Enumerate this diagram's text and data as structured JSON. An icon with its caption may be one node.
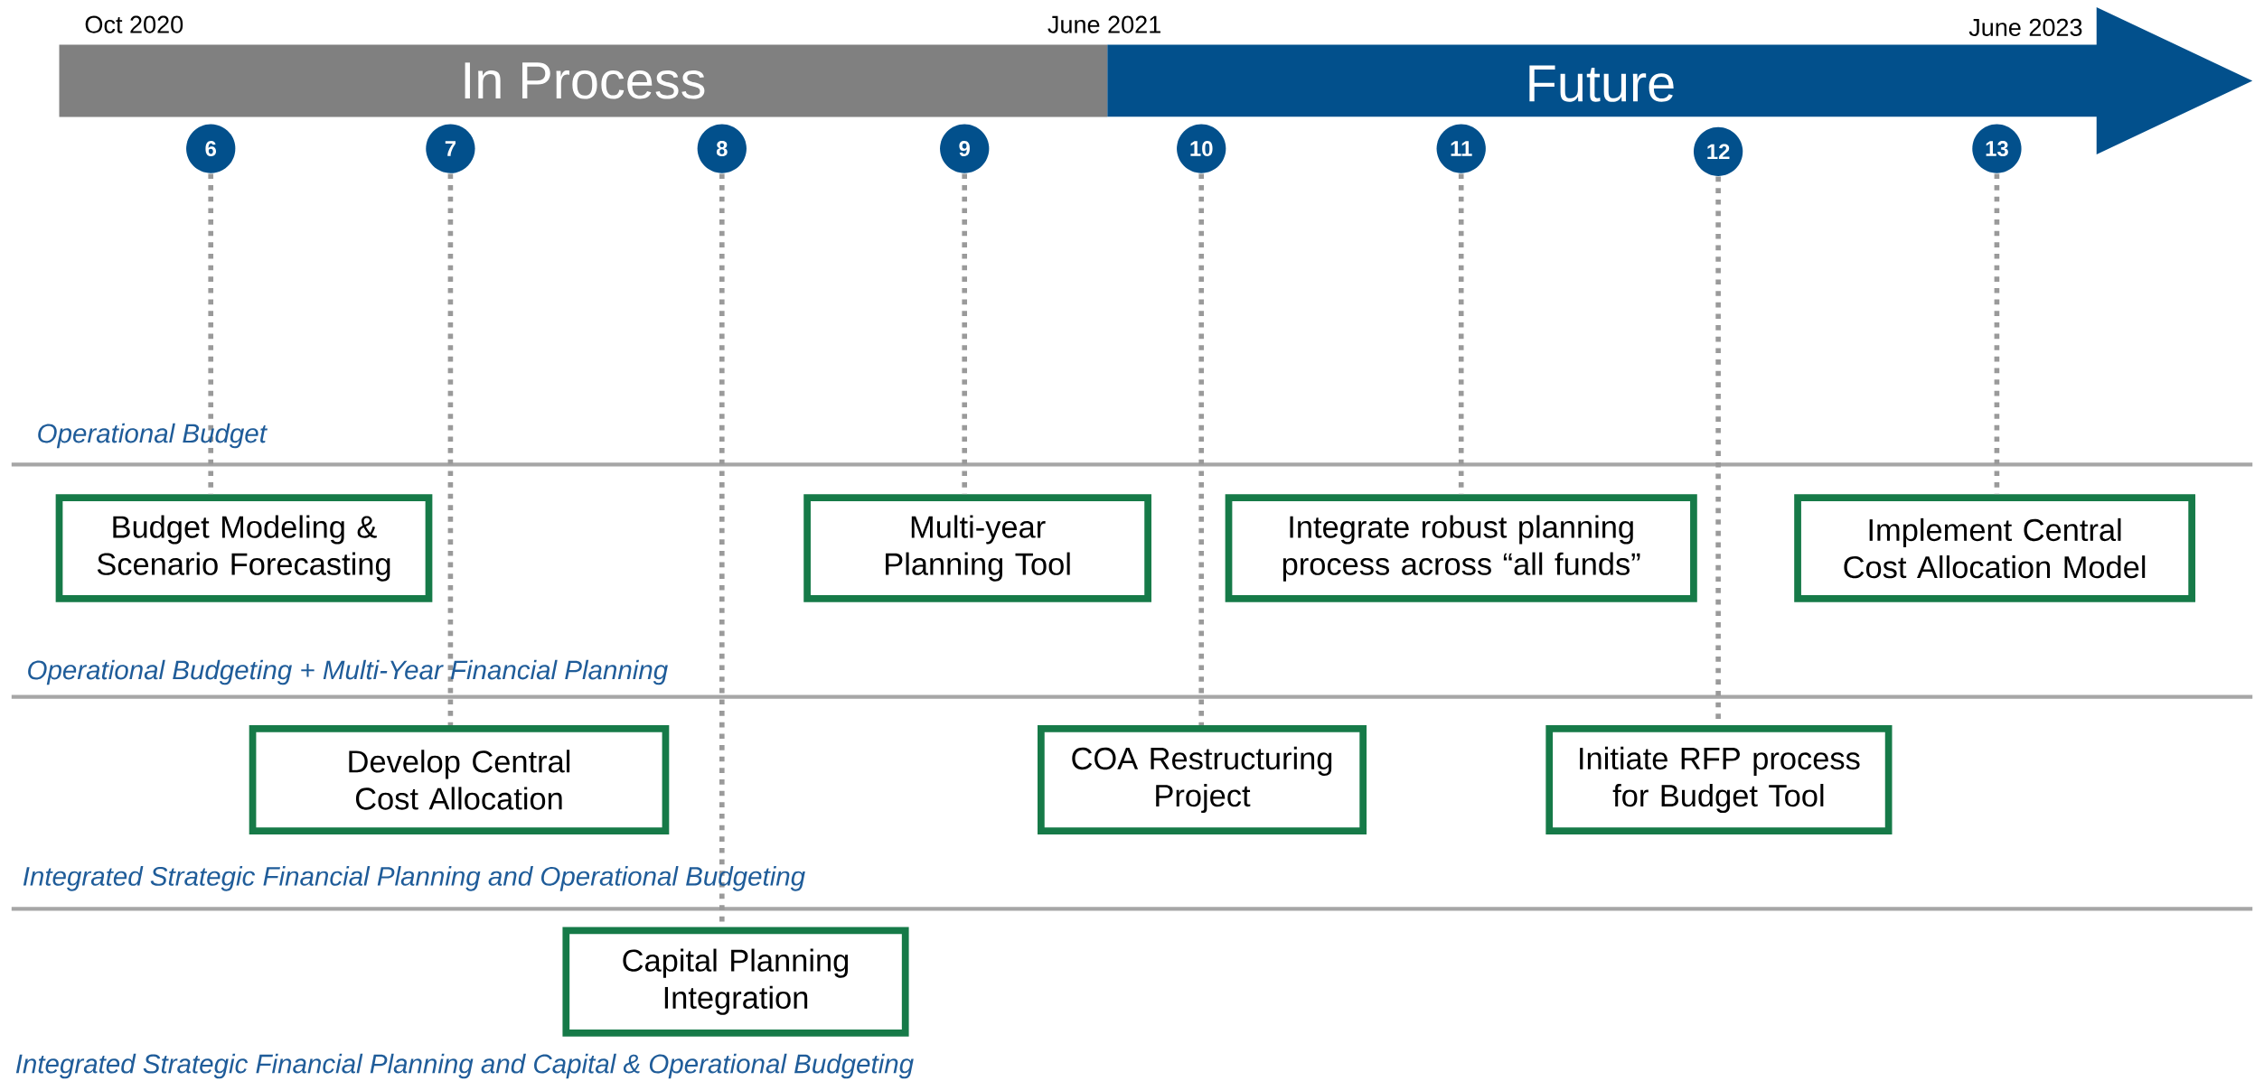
{
  "diagram": {
    "nodes": [
      {
        "text": [
          "In Process"
        ]
      },
      {
        "text": [
          "Future"
        ]
      },
      {
        "text": [
          "6"
        ]
      },
      {
        "text": [
          "7"
        ]
      },
      {
        "text": [
          "8"
        ]
      },
      {
        "text": [
          "9"
        ]
      },
      {
        "text": [
          "10"
        ]
      },
      {
        "text": [
          "11"
        ]
      },
      {
        "text": [
          "12"
        ]
      },
      {
        "text": [
          "13"
        ]
      },
      {
        "text": [
          "Budget Modeling & Scenario Forecasting"
        ]
      },
      {
        "text": [
          "Multi-year Planning Tool"
        ]
      },
      {
        "text": [
          "Integrate robust planning process across “all funds”"
        ]
      },
      {
        "text": [
          "Implement Central Cost Allocation Model"
        ]
      },
      {
        "text": [
          "Develop Central Cost Allocation"
        ]
      },
      {
        "text": [
          "COA Restructuring Project"
        ]
      },
      {
        "text": [
          "Initiate RFP process for Budget Tool"
        ]
      },
      {
        "text": [
          "Capital Planning Integration"
        ]
      }
    ],
    "edges": [
      {
        "from": 2,
        "to": 10,
        "arrow": "none",
        "style": "dashed"
      },
      {
        "from": 3,
        "to": 14,
        "arrow": "none",
        "style": "dashed"
      },
      {
        "from": 4,
        "to": 17,
        "arrow": "none",
        "style": "dashed"
      },
      {
        "from": 5,
        "to": 11,
        "arrow": "none",
        "style": "dashed"
      },
      {
        "from": 6,
        "to": 15,
        "arrow": "none",
        "style": "dashed"
      },
      {
        "from": 7,
        "to": 12,
        "arrow": "none",
        "style": "dashed"
      },
      {
        "from": 8,
        "to": 16,
        "arrow": "none",
        "style": "dashed"
      },
      {
        "from": 9,
        "to": 13,
        "arrow": "none",
        "style": "dashed"
      }
    ],
    "labels": [
      "Oct 2020",
      "June 2021",
      "June 2023",
      "Operational Budget",
      "Operational Budgeting + Multi-Year Financial Planning",
      "Integrated Strategic Financial Planning and Operational Budgeting",
      "Integrated Strategic Financial Planning and Capital & Operational Budgeting"
    ]
  }
}
